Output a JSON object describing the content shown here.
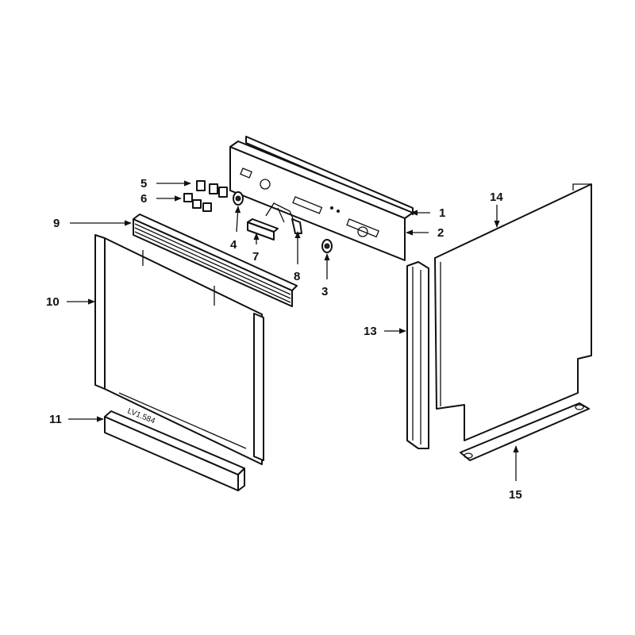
{
  "diagram": {
    "stamp_text": "LV1.584",
    "callouts": {
      "c1": "1",
      "c2": "2",
      "c3": "3",
      "c4": "4",
      "c5": "5",
      "c6": "6",
      "c7": "7",
      "c8": "8",
      "c9": "9",
      "c10": "10",
      "c11": "11",
      "c13": "13",
      "c14": "14",
      "c15": "15"
    }
  }
}
